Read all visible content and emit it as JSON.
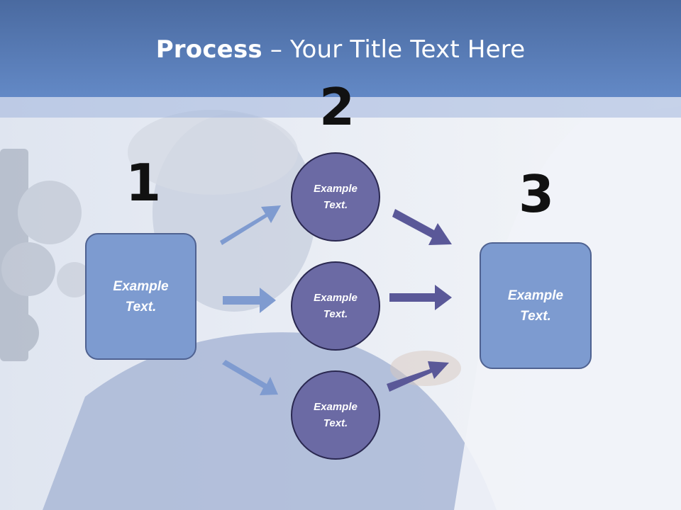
{
  "title": {
    "bold": "Process",
    "rest": " – Your Title Text Here"
  },
  "steps": {
    "one": "1",
    "two": "2",
    "three": "3"
  },
  "left_box": {
    "label": "Example\nText."
  },
  "right_box": {
    "label": "Example\nText."
  },
  "circles": [
    {
      "label": "Example\nText."
    },
    {
      "label": "Example\nText."
    },
    {
      "label": "Example\nText."
    }
  ],
  "colors": {
    "header": "#5b7fbd",
    "box_fill": "#7d9bd0",
    "circle_fill": "#6b6aa4",
    "arrow_light": "#7f9bd0",
    "arrow_dark": "#5a5898"
  }
}
